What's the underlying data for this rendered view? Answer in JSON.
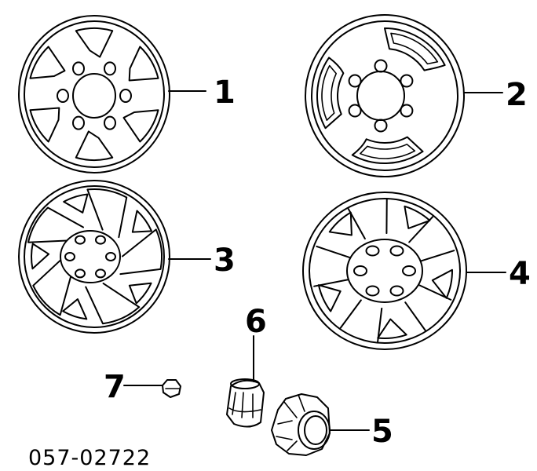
{
  "parts": [
    {
      "callout": "1",
      "icon": "wheel-cover-six-slot"
    },
    {
      "callout": "2",
      "icon": "wheel-cover-three-slot"
    },
    {
      "callout": "3",
      "icon": "wheel-cover-five-spoke"
    },
    {
      "callout": "4",
      "icon": "wheel-cover-five-spoke-alt"
    },
    {
      "callout": "5",
      "icon": "center-cap"
    },
    {
      "callout": "6",
      "icon": "center-cap-ornament"
    },
    {
      "callout": "7",
      "icon": "clip"
    }
  ],
  "diagram_code": "057-02722"
}
